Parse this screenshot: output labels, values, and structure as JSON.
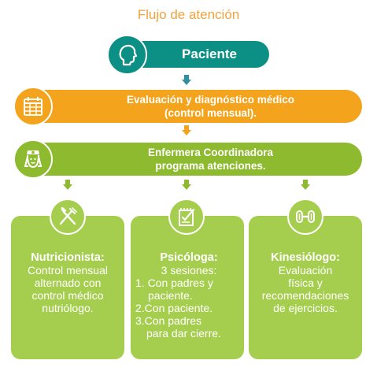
{
  "title": "Flujo de atención",
  "paciente": {
    "label": "Paciente",
    "icon": "patient-head-icon"
  },
  "evaluacion": {
    "line1": "Evaluación y diagnóstico médico",
    "line2": "(control mensual).",
    "icon": "calendar-icon"
  },
  "enfermera": {
    "line1": "Enfermera Coordinadora",
    "line2": "programa atenciones.",
    "icon": "nurse-icon"
  },
  "cards": [
    {
      "title": "Nutricionista:",
      "lines": [
        "Control mensual",
        "alternado con",
        "control médico",
        "nutriólogo."
      ],
      "icon": "fork-knife-icon"
    },
    {
      "title": "Psicóloga:",
      "subtitle": "3 sesiones:",
      "lines": [
        "1. Con padres y",
        "paciente.",
        "2.Con paciente.",
        "3.Con padres",
        "para dar cierre."
      ],
      "icon": "notepad-check-icon"
    },
    {
      "title": "Kinesiólogo:",
      "lines": [
        "Evaluación",
        "física y",
        "recomendaciones",
        "de ejercicios."
      ],
      "icon": "dumbbell-icon"
    }
  ],
  "colors": {
    "title": "#f2a23c",
    "paciente": "#0c8f84",
    "evaluacion": "#f4a31c",
    "enfermera": "#8dba2f",
    "cards": "#a5cd4e",
    "arrow_teal": "#2f8f9f",
    "arrow_orange": "#f4a31c",
    "arrow_green": "#8dba2f"
  }
}
